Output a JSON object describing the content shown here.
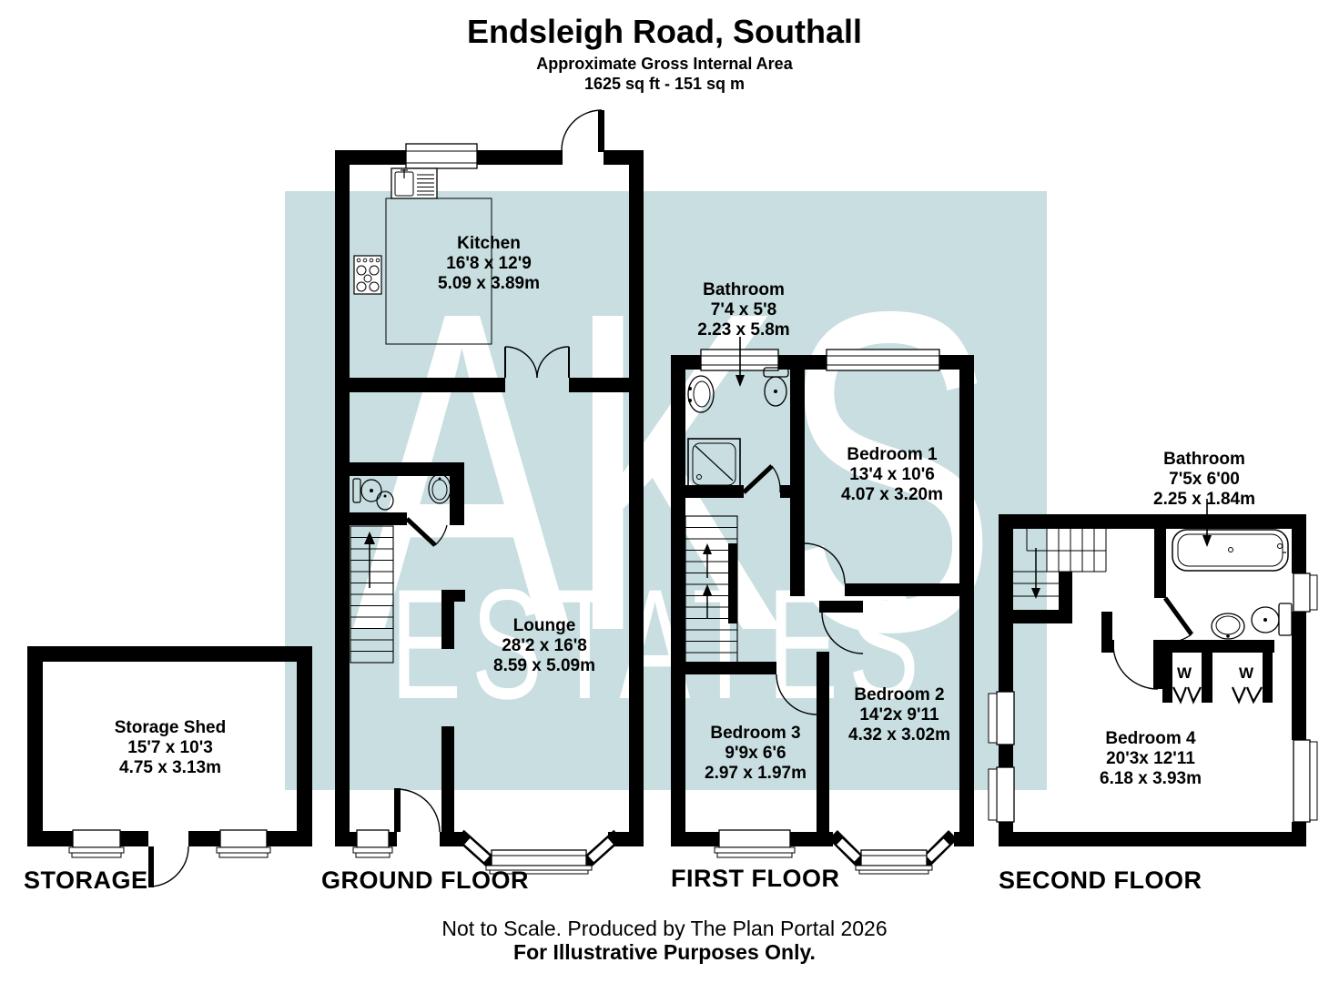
{
  "header": {
    "title": "Endsleigh Road, Southall",
    "subtitle": "Approximate Gross Internal Area",
    "area": "1625 sq ft - 151 sq m"
  },
  "watermark": {
    "line1": "AKS",
    "line2": "ESTATES",
    "background_color": "#c8dee0",
    "text_color": "#ffffff"
  },
  "colors": {
    "wall": "#000000",
    "paper": "#ffffff"
  },
  "floors": {
    "storage": {
      "label": "STORAGE",
      "rooms": [
        {
          "name": "Storage Shed",
          "imperial": "15'7 x 10'3",
          "metric": "4.75 x 3.13m"
        }
      ]
    },
    "ground": {
      "label": "GROUND FLOOR",
      "rooms": [
        {
          "name": "Kitchen",
          "imperial": "16'8 x 12'9",
          "metric": "5.09 x 3.89m"
        },
        {
          "name": "Lounge",
          "imperial": "28'2 x 16'8",
          "metric": "8.59 x 5.09m"
        }
      ]
    },
    "first": {
      "label": "FIRST FLOOR",
      "rooms": [
        {
          "name": "Bathroom",
          "imperial": "7'4 x 5'8",
          "metric": "2.23 x 5.8m"
        },
        {
          "name": "Bedroom 1",
          "imperial": "13'4 x 10'6",
          "metric": "4.07 x 3.20m"
        },
        {
          "name": "Bedroom 2",
          "imperial": "14'2x 9'11",
          "metric": "4.32 x 3.02m"
        },
        {
          "name": "Bedroom 3",
          "imperial": "9'9x 6'6",
          "metric": "2.97 x 1.97m"
        }
      ]
    },
    "second": {
      "label": "SECOND FLOOR",
      "rooms": [
        {
          "name": "Bathroom",
          "imperial": "7'5x 6'00",
          "metric": "2.25 x 1.84m"
        },
        {
          "name": "Bedroom 4",
          "imperial": "20'3x 12'11",
          "metric": "6.18 x 3.93m"
        }
      ],
      "closet_labels": [
        "W",
        "W"
      ]
    }
  },
  "footer": {
    "line1": "Not to Scale. Produced by The Plan Portal 2026",
    "line2": "For Illustrative Purposes Only."
  }
}
